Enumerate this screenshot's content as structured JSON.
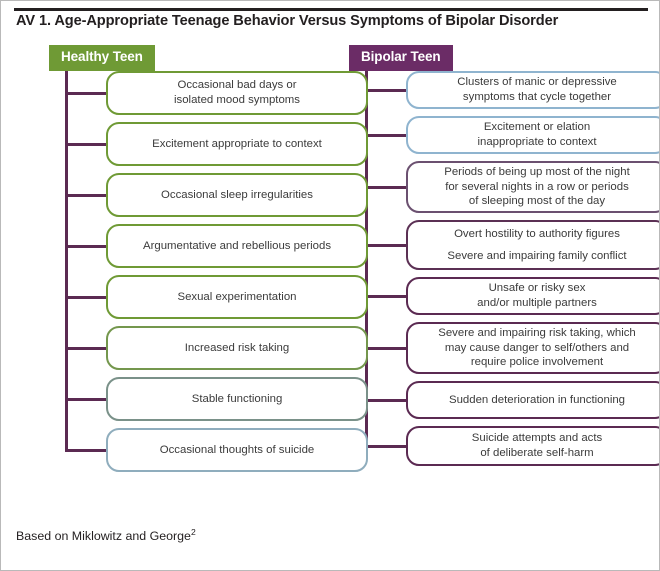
{
  "figure": {
    "title": "AV 1. Age-Appropriate Teenage Behavior Versus Symptoms of Bipolar Disorder",
    "footnote_text": "Based on Miklowitz and George",
    "footnote_ref": "2"
  },
  "colors": {
    "healthy_header_bg": "#6f9a35",
    "bipolar_header_bg": "#6b2c66",
    "connector_line": "#5b2a52",
    "rule": "#231f20",
    "text": "#3b3b3b",
    "green_border": "#6f9a35",
    "gray_green_border": "#7a9189",
    "blue_gray_border": "#8fadbd",
    "light_blue_border": "#8fb4cf",
    "purple_gray_border": "#6b5070",
    "purple_border": "#5b2a52"
  },
  "columns": [
    {
      "id": "healthy",
      "header": "Healthy Teen",
      "items": [
        {
          "lines": [
            "Occasional bad days or",
            "isolated mood symptoms"
          ],
          "border": "#6f9a35",
          "height": 44,
          "gap": 7,
          "wide": false
        },
        {
          "lines": [
            "Excitement appropriate to context"
          ],
          "border": "#6f9a35",
          "height": 44,
          "gap": 7,
          "wide": false
        },
        {
          "lines": [
            "Occasional sleep irregularities"
          ],
          "border": "#6f9a35",
          "height": 44,
          "gap": 7,
          "wide": false
        },
        {
          "lines": [
            "Argumentative and rebellious periods"
          ],
          "border": "#6f9a35",
          "height": 44,
          "gap": 7,
          "wide": false
        },
        {
          "lines": [
            "Sexual experimentation"
          ],
          "border": "#6f9a35",
          "height": 44,
          "gap": 7,
          "wide": false
        },
        {
          "lines": [
            "Increased risk taking"
          ],
          "border": "#74974d",
          "height": 44,
          "gap": 7,
          "wide": false
        },
        {
          "lines": [
            "Stable functioning"
          ],
          "border": "#7a9189",
          "height": 44,
          "gap": 7,
          "wide": false
        },
        {
          "lines": [
            "Occasional thoughts of suicide"
          ],
          "border": "#8fadbd",
          "height": 44,
          "gap": 7,
          "wide": false
        }
      ]
    },
    {
      "id": "bipolar",
      "header": "Bipolar Teen",
      "items": [
        {
          "lines": [
            "Clusters of manic or depressive",
            "symptoms that cycle together"
          ],
          "border": "#8fb4cf",
          "height": 38,
          "gap": 7,
          "wide": false
        },
        {
          "lines": [
            "Excitement or elation",
            "inappropriate to context"
          ],
          "border": "#8fb4cf",
          "height": 38,
          "gap": 7,
          "wide": false
        },
        {
          "lines": [
            "Periods of being up most of the night",
            "for several nights in a row or periods",
            "of sleeping most of the day"
          ],
          "border": "#6b5070",
          "height": 52,
          "gap": 7,
          "wide": false
        },
        {
          "lines": [
            "Overt hostility to authority figures",
            "Severe and impairing family conflict"
          ],
          "border": "#5b3054",
          "height": 50,
          "gap": 7,
          "wide": true
        },
        {
          "lines": [
            "Unsafe or risky sex",
            "and/or multiple partners"
          ],
          "border": "#5b2a52",
          "height": 38,
          "gap": 7,
          "wide": false
        },
        {
          "lines": [
            "Severe and impairing risk taking, which",
            "may cause danger to self/others and",
            "require police involvement"
          ],
          "border": "#5b2a52",
          "height": 52,
          "gap": 7,
          "wide": false
        },
        {
          "lines": [
            "Sudden deterioration in functioning"
          ],
          "border": "#5b2a52",
          "height": 38,
          "gap": 7,
          "wide": false
        },
        {
          "lines": [
            "Suicide attempts and acts",
            "of deliberate self-harm"
          ],
          "border": "#5b2a52",
          "height": 40,
          "gap": 7,
          "wide": false
        }
      ]
    }
  ]
}
